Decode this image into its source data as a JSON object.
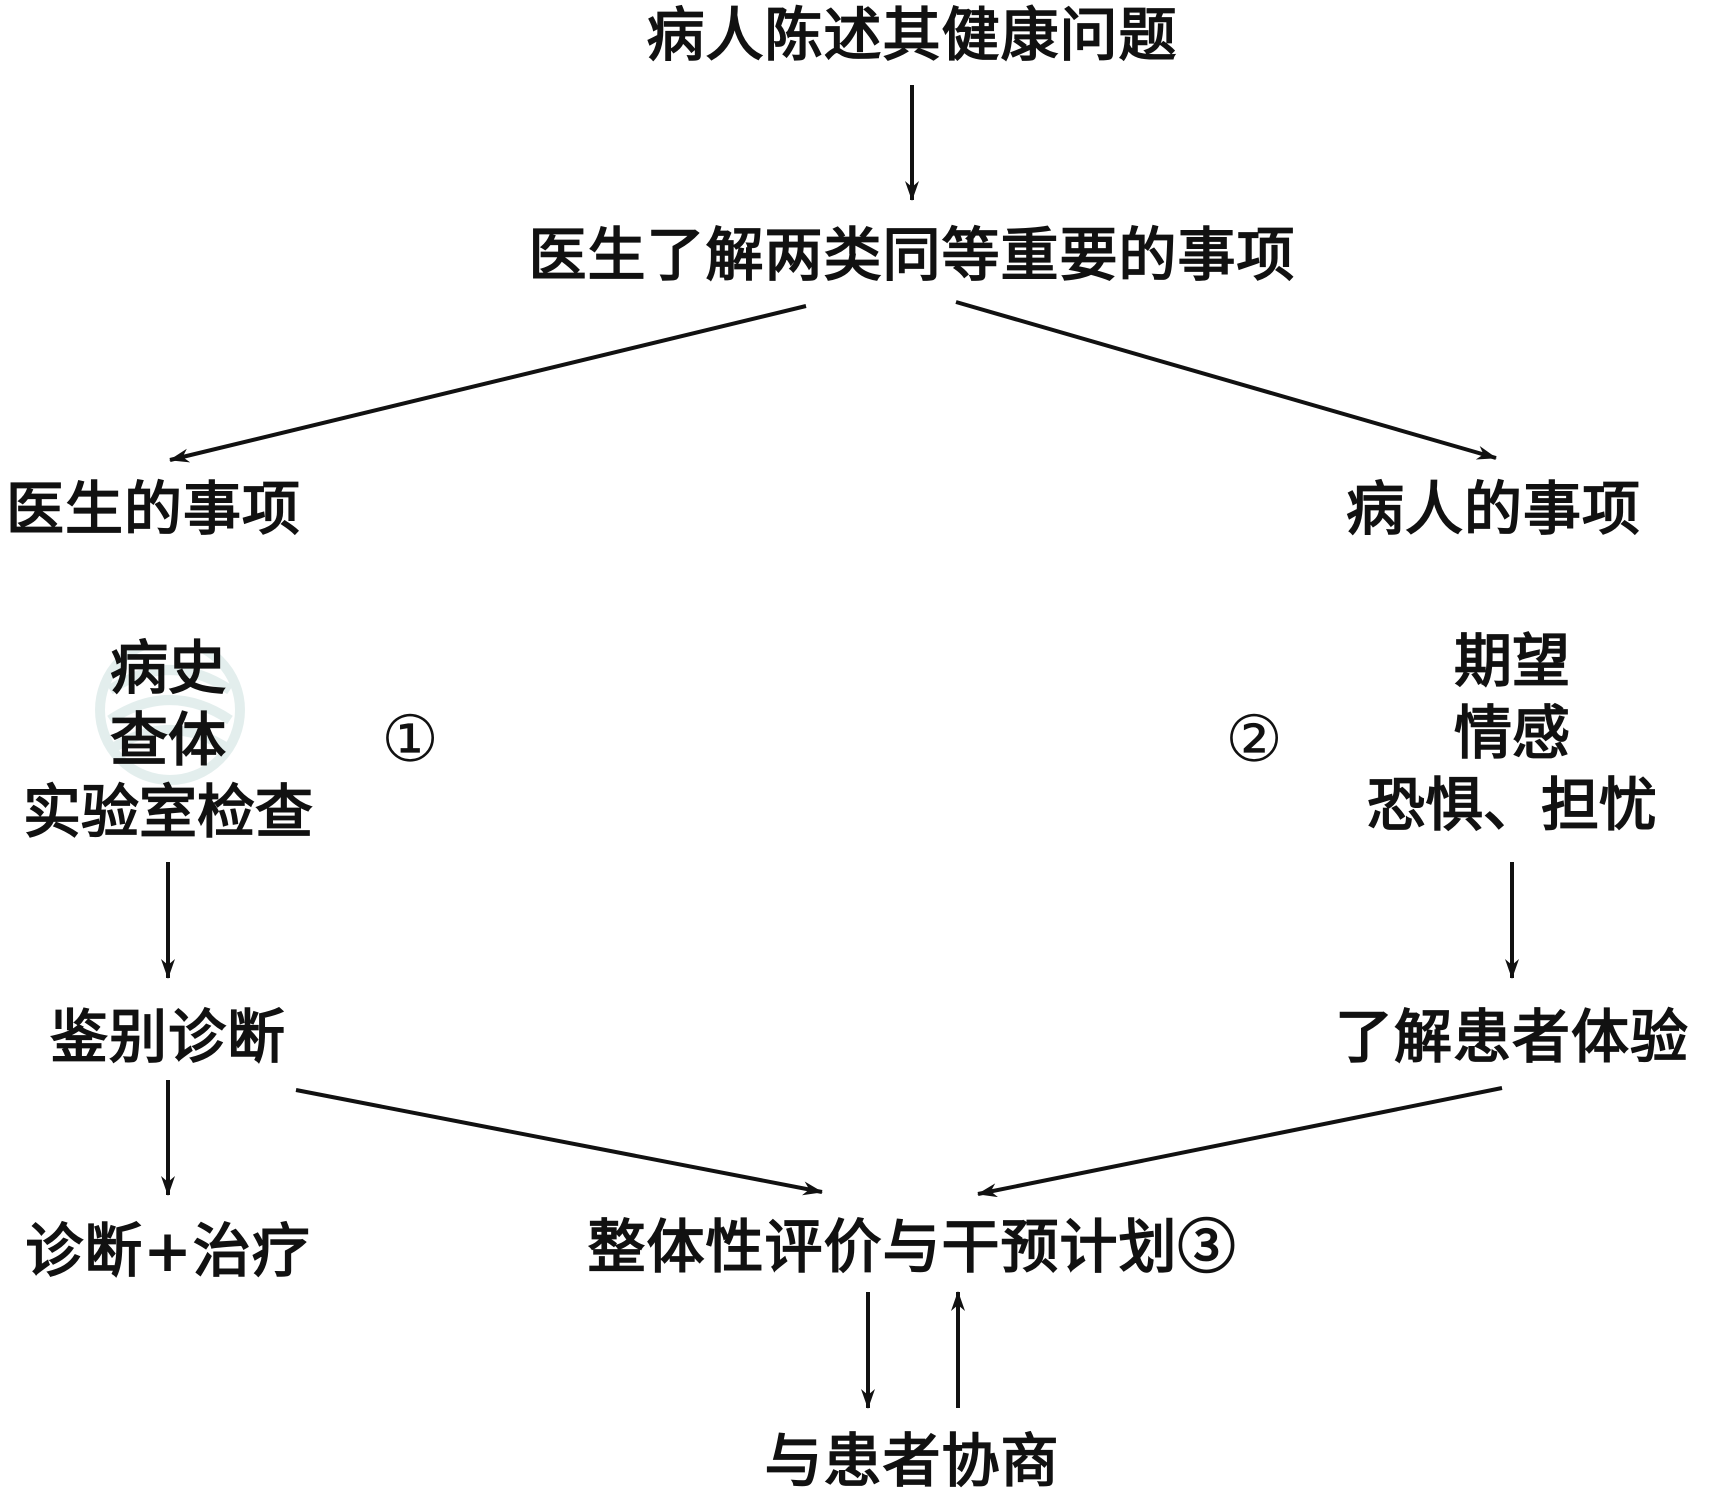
{
  "nodes": {
    "patient_statement": "病人陈述其健康问题",
    "doctor_understands": "医生了解两类同等重要的事项",
    "doctor_items_title": "医生的事项",
    "patient_items_title": "病人的事项",
    "doctor_items": [
      "病史",
      "查体",
      "实验室检查"
    ],
    "patient_items": [
      "期望",
      "情感",
      "恐惧、担忧"
    ],
    "marker_1": "①",
    "marker_2": "②",
    "differential_diagnosis": "鉴别诊断",
    "understand_experience": "了解患者体验",
    "diagnosis_treatment": "诊断+治疗",
    "holistic_plan": "整体性评价与干预计划③",
    "negotiate": "与患者协商"
  },
  "colors": {
    "ink": "#111111",
    "watermark": "#6aa7a0"
  }
}
